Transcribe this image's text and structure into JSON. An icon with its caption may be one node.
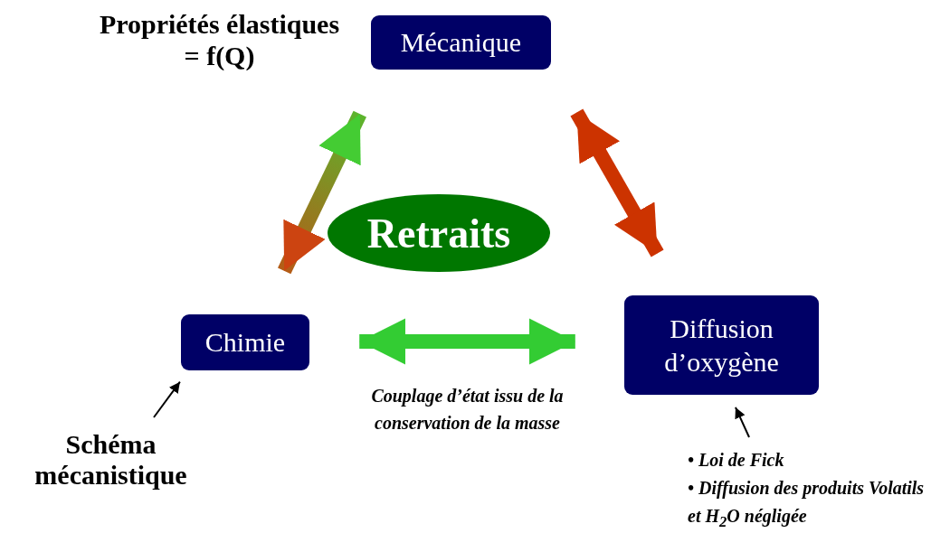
{
  "diagram": {
    "nodes": [
      {
        "text": [
          "Mécanique"
        ]
      },
      {
        "text": [
          "Retraits"
        ]
      },
      {
        "text": [
          "Chimie"
        ]
      },
      {
        "text": [
          "Diffusion d’oxygène"
        ]
      },
      {
        "text": [
          "Schéma mécanistique"
        ]
      },
      {
        "text": [
          "• Loi de Fick",
          "• Diffusion des produits Volatils et H$_{2}$O négligée"
        ]
      }
    ],
    "edges": [
      {
        "from": 0,
        "to": 2,
        "arrow": "both",
        "style": "thick",
        "color": "#cc4411"
      },
      {
        "from": 0,
        "to": 3,
        "arrow": "both",
        "style": "thick",
        "color": "#cc3300"
      },
      {
        "from": 2,
        "to": 3,
        "arrow": "both",
        "style": "thick",
        "color": "#33cc33",
        "label": "Couplage d’état issu de la conservation de la masse"
      },
      {
        "from": 4,
        "to": 2,
        "arrow": "to"
      },
      {
        "from": 5,
        "to": 3,
        "arrow": "to"
      }
    ],
    "labels": [
      "Propriétés élastiques = f(Q)"
    ]
  }
}
